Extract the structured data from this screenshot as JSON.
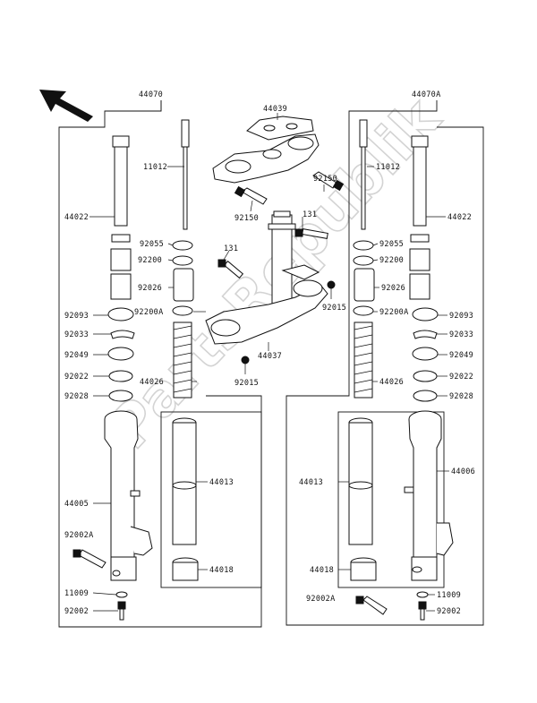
{
  "labels": {
    "l44070": "44070",
    "l44070A": "44070A",
    "l44039": "44039",
    "l11012_left": "11012",
    "l11012_right": "11012",
    "l44022_left": "44022",
    "l44022_right": "44022",
    "l92150_a": "92150",
    "l92150_b": "92150",
    "l131_a": "131",
    "l131_b": "131",
    "l92055_left": "92055",
    "l92055_right": "92055",
    "l92200_left": "92200",
    "l92200_right": "92200",
    "l92026_left": "92026",
    "l92026_right": "92026",
    "l92093_left": "92093",
    "l92093_right": "92093",
    "l92200A_left": "92200A",
    "l92200A_right": "92200A",
    "l92015_a": "92015",
    "l92015_b": "92015",
    "l92033_left": "92033",
    "l92033_right": "92033",
    "l44037": "44037",
    "l92049_left": "92049",
    "l92049_right": "92049",
    "l92022_left": "92022",
    "l92022_right": "92022",
    "l44026_left": "44026",
    "l44026_right": "44026",
    "l92028_left": "92028",
    "l92028_right": "92028",
    "l44013_left": "44013",
    "l44013_right": "44013",
    "l44006": "44006",
    "l44005": "44005",
    "l92002A_left": "92002A",
    "l92002A_right": "92002A",
    "l44018_left": "44018",
    "l44018_right": "44018",
    "l11009_left": "11009",
    "l11009_right": "11009",
    "l92002_left": "92002",
    "l92002_right": "92002"
  },
  "watermark": "PartsRepublik",
  "icons": {
    "direction_arrow": "front-direction-arrow-icon"
  }
}
